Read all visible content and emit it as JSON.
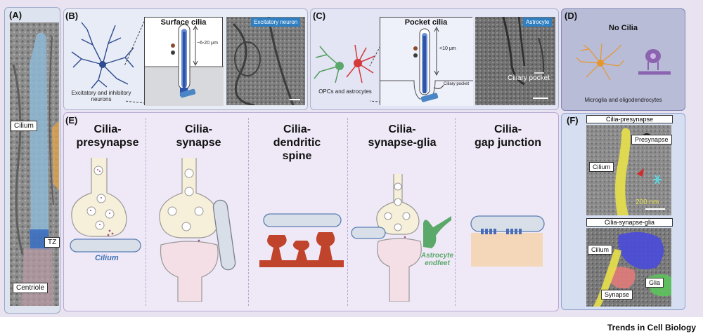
{
  "panels": {
    "A": {
      "label": "(A)",
      "cilium": "Cilium",
      "tz": "TZ",
      "centriole": "Centriole"
    },
    "B": {
      "label": "(B)",
      "title": "Surface cilia",
      "length": "~6-20 μm",
      "caption": "Excitatory and inhibitory neurons",
      "em_tag": "Excitatory neuron"
    },
    "C": {
      "label": "(C)",
      "title": "Pocket cilia",
      "length": "<10 μm",
      "pocket": "Ciliary pocket",
      "caption": "OPCs and astrocytes",
      "em_tag": "Astrocyte",
      "em_label": "Ciliary pocket"
    },
    "D": {
      "label": "(D)",
      "title": "No Cilia",
      "caption": "Microglia and oligodendrocytes"
    },
    "E": {
      "label": "(E)",
      "columns": [
        {
          "title": "Cilia-\npresynapse",
          "note": "Cilium"
        },
        {
          "title": "Cilia-\nsynapse",
          "note": ""
        },
        {
          "title": "Cilia-\ndendritic\nspine",
          "note": ""
        },
        {
          "title": "Cilia-\nsynapse-glia",
          "note": "Astrocyte\nendfeet"
        },
        {
          "title": "Cilia-\ngap junction",
          "note": ""
        }
      ]
    },
    "F": {
      "label": "(F)",
      "top_title": "Cilia-presynapse",
      "presynapse": "Presynapse",
      "cilium": "Cilium",
      "scale": "200 nm",
      "bottom_title": "Cilia-synapse-glia",
      "cilium2": "Cilium",
      "glia": "Glia",
      "synapse": "Synapse"
    }
  },
  "footer": "Trends in Cell Biology",
  "colors": {
    "accent": "#2f7fc1",
    "cilia_blue": "#3d6fb5",
    "spine_red": "#c0432c",
    "astro_green": "#5aa86a",
    "panel_bg": "#e8e0f0"
  }
}
